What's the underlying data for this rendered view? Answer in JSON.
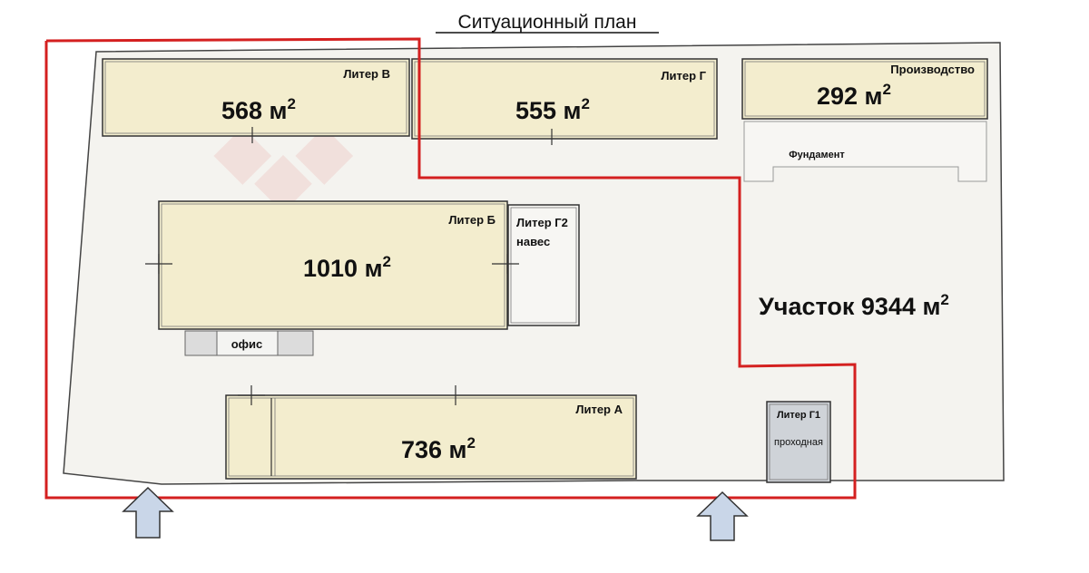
{
  "plan": {
    "title": "Ситуационный план",
    "plot": {
      "label": "Участок 9344 м",
      "sup": "2"
    },
    "buildings": {
      "liter_v": {
        "name": "Литер В",
        "area": "568 м",
        "sup": "2"
      },
      "liter_g": {
        "name": "Литер Г",
        "area": "555 м",
        "sup": "2"
      },
      "production": {
        "name": "Производство",
        "area": "292 м",
        "sup": "2"
      },
      "foundation": {
        "name": "Фундамент"
      },
      "liter_b": {
        "name": "Литер Б",
        "area": "1010 м",
        "sup": "2"
      },
      "liter_g2": {
        "name": "Литер Г2",
        "sub": "навес"
      },
      "office": {
        "name": "офис"
      },
      "liter_a": {
        "name": "Литер А",
        "area": "736 м",
        "sup": "2"
      },
      "liter_g1": {
        "name": "Литер Г1",
        "sub": "проходная"
      }
    }
  },
  "colors": {
    "building_fill": "#f3edce",
    "site_fill": "#f4f3ef",
    "boundary_red": "#d42020",
    "arrow_fill": "#c9d6e8",
    "office_fill": "#dcdcdc",
    "gate_fill": "#cfd3d8"
  },
  "icons": {
    "entrance": "arrow-up-icon"
  }
}
